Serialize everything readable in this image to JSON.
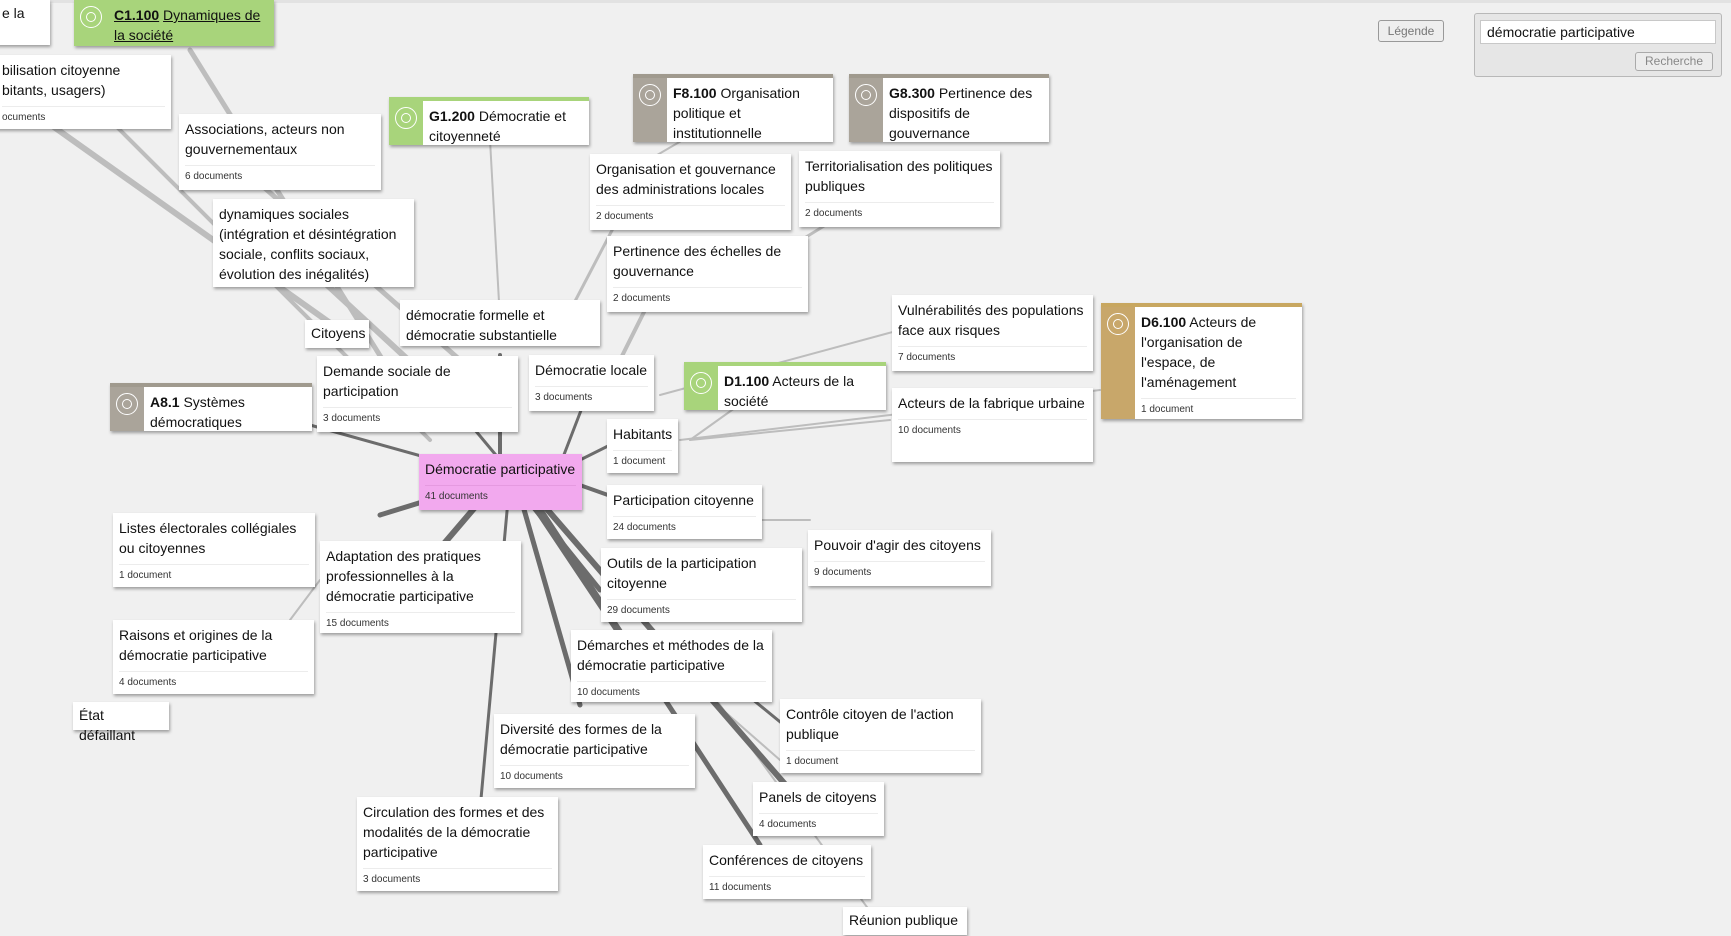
{
  "toolbar": {
    "legend_label": "Légende",
    "search_value": "démocratie participative",
    "search_button_label": "Recherche"
  },
  "nodes": {
    "topleft_fragment": {
      "label": "e la"
    },
    "mobilisation": {
      "label": "bilisation citoyenne\nbitants, usagers)",
      "count": "ocuments"
    },
    "c1100": {
      "code": "C1.100",
      "title": "Dynamiques de la société"
    },
    "associations": {
      "label": "Associations, acteurs non gouvernementaux",
      "count": "6 documents"
    },
    "g1200": {
      "code": "G1.200",
      "title": "Démocratie et citoyenneté"
    },
    "dynamiques_sociales": {
      "label": "dynamiques sociales (intégration et désintégration sociale, conflits sociaux, évolution des inégalités)"
    },
    "f8100": {
      "code": "F8.100",
      "title": "Organisation politique et institutionnelle"
    },
    "g8300": {
      "code": "G8.300",
      "title": "Pertinence des dispositifs de gouvernance"
    },
    "org_gouvernance": {
      "label": "Organisation et gouvernance des administrations locales",
      "count": "2 documents"
    },
    "territorialisation": {
      "label": "Territorialisation des politiques publiques",
      "count": "2 documents"
    },
    "pertinence_echelles": {
      "label": "Pertinence des échelles de gouvernance",
      "count": "2 documents"
    },
    "vulnerabilites": {
      "label": "Vulnérabilités des populations face aux risques",
      "count": "7 documents"
    },
    "d6100": {
      "code": "D6.100",
      "title": "Acteurs de l'organisation de l'espace, de l'aménagement",
      "count": "1 document"
    },
    "democratie_formelle": {
      "label": "démocratie formelle et démocratie substantielle"
    },
    "citoyens": {
      "label": "Citoyens"
    },
    "demande_sociale": {
      "label": "Demande sociale de participation",
      "count": "3 documents"
    },
    "democratie_locale": {
      "label": "Démocratie locale",
      "count": "3 documents"
    },
    "d1100": {
      "code": "D1.100",
      "title": "Acteurs de la société"
    },
    "acteurs_fabrique": {
      "label": "Acteurs de la fabrique urbaine",
      "count": "10 documents"
    },
    "a81": {
      "code": "A8.1",
      "title": "Systèmes démocratiques"
    },
    "habitants": {
      "label": "Habitants",
      "count": "1 document"
    },
    "center": {
      "label": "Démocratie participative",
      "count": "41 documents"
    },
    "participation_citoyenne": {
      "label": "Participation citoyenne",
      "count": "24 documents"
    },
    "listes_electorales": {
      "label": "Listes électorales collégiales ou citoyennes",
      "count": "1 document"
    },
    "adaptation": {
      "label": "Adaptation des pratiques professionnelles à la démocratie participative",
      "count": "15 documents"
    },
    "pouvoir_agir": {
      "label": "Pouvoir d'agir des citoyens",
      "count": "9 documents"
    },
    "outils": {
      "label": "Outils de la participation citoyenne",
      "count": "29 documents"
    },
    "raisons": {
      "label": "Raisons et origines de la démocratie participative",
      "count": "4 documents"
    },
    "demarches": {
      "label": "Démarches et méthodes de la démocratie participative",
      "count": "10 documents"
    },
    "etat_defaillant": {
      "label": "État défaillant"
    },
    "controle": {
      "label": "Contrôle citoyen de l'action publique",
      "count": "1 document"
    },
    "diversite": {
      "label": "Diversité des formes de la démocratie participative",
      "count": "10 documents"
    },
    "panels": {
      "label": "Panels de citoyens",
      "count": "4 documents"
    },
    "circulation": {
      "label": "Circulation des formes et des modalités de la démocratie participative",
      "count": "3 documents"
    },
    "conferences": {
      "label": "Conférences de citoyens",
      "count": "11 documents"
    },
    "reunion": {
      "label": "Réunion publique"
    }
  }
}
